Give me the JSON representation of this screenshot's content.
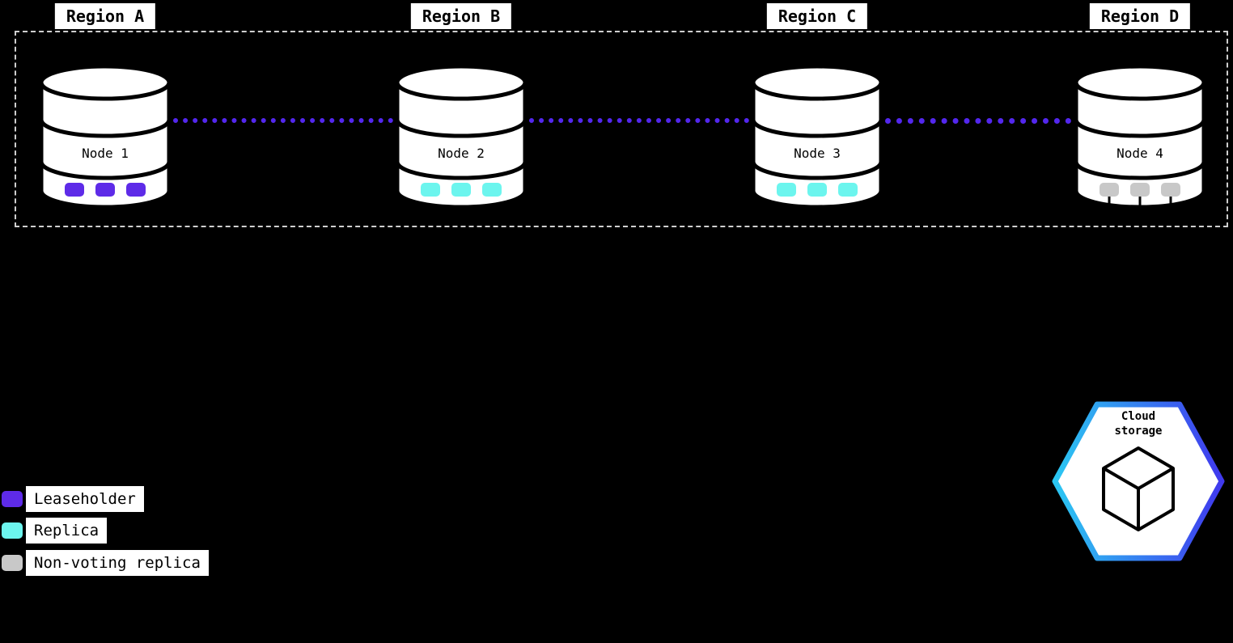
{
  "regions": [
    {
      "label": "Region A"
    },
    {
      "label": "Region B"
    },
    {
      "label": "Region C"
    },
    {
      "label": "Region D"
    }
  ],
  "nodes": [
    {
      "label": "Node 1",
      "replica_type": "leaseholder",
      "replica_count": 3
    },
    {
      "label": "Node 2",
      "replica_type": "replica",
      "replica_count": 3
    },
    {
      "label": "Node 3",
      "replica_type": "replica",
      "replica_count": 3
    },
    {
      "label": "Node 4",
      "replica_type": "non-voting replica",
      "replica_count": 3
    }
  ],
  "legend": {
    "items": [
      {
        "label": "Leaseholder",
        "type": "leaseholder"
      },
      {
        "label": "Replica",
        "type": "replica"
      },
      {
        "label": "Non-voting replica",
        "type": "nonvoting"
      }
    ]
  },
  "cloud_storage": {
    "label_lines": [
      "Cloud",
      "storage"
    ]
  },
  "colors": {
    "leaseholder": "#5E2BE8",
    "replica": "#6CF5EE",
    "nonvoting": "#C8C8C8",
    "connector": "#5327EE",
    "hexA": "#2BC7F2",
    "hexB": "#4039EE"
  }
}
